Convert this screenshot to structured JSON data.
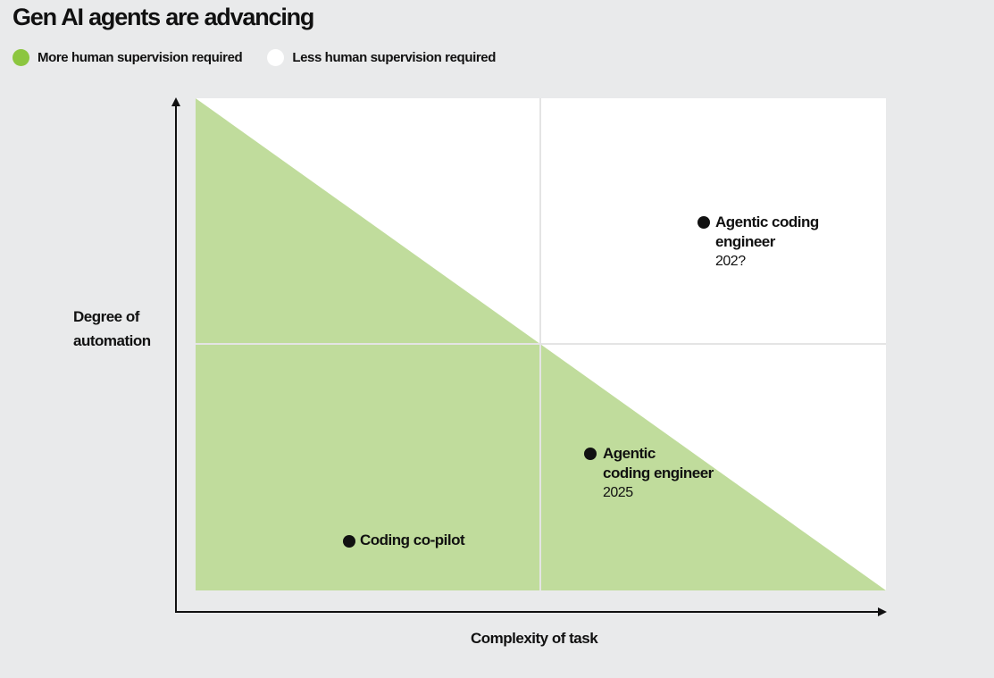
{
  "title": "Gen AI agents are advancing",
  "legend": [
    {
      "label": "More human supervision required",
      "color": "#c0dc9c"
    },
    {
      "label": "Less human supervision required",
      "color": "#ffffff"
    }
  ],
  "axes": {
    "x_label": "Complexity of task",
    "y_label_line1": "Degree of",
    "y_label_line2": "automation"
  },
  "points": [
    {
      "name_line1": "Coding co-pilot",
      "name_line2": "",
      "year": ""
    },
    {
      "name_line1": "Agentic",
      "name_line2": "coding engineer",
      "year": "2025"
    },
    {
      "name_line1": "Agentic coding",
      "name_line2": "engineer",
      "year": "202?"
    }
  ],
  "colors": {
    "background": "#e9eaeb",
    "plot_area": "#ffffff",
    "shaded_region": "#c0dc9c",
    "axis": "#111111",
    "grid": "#e4e4e4",
    "point": "#111111"
  }
}
